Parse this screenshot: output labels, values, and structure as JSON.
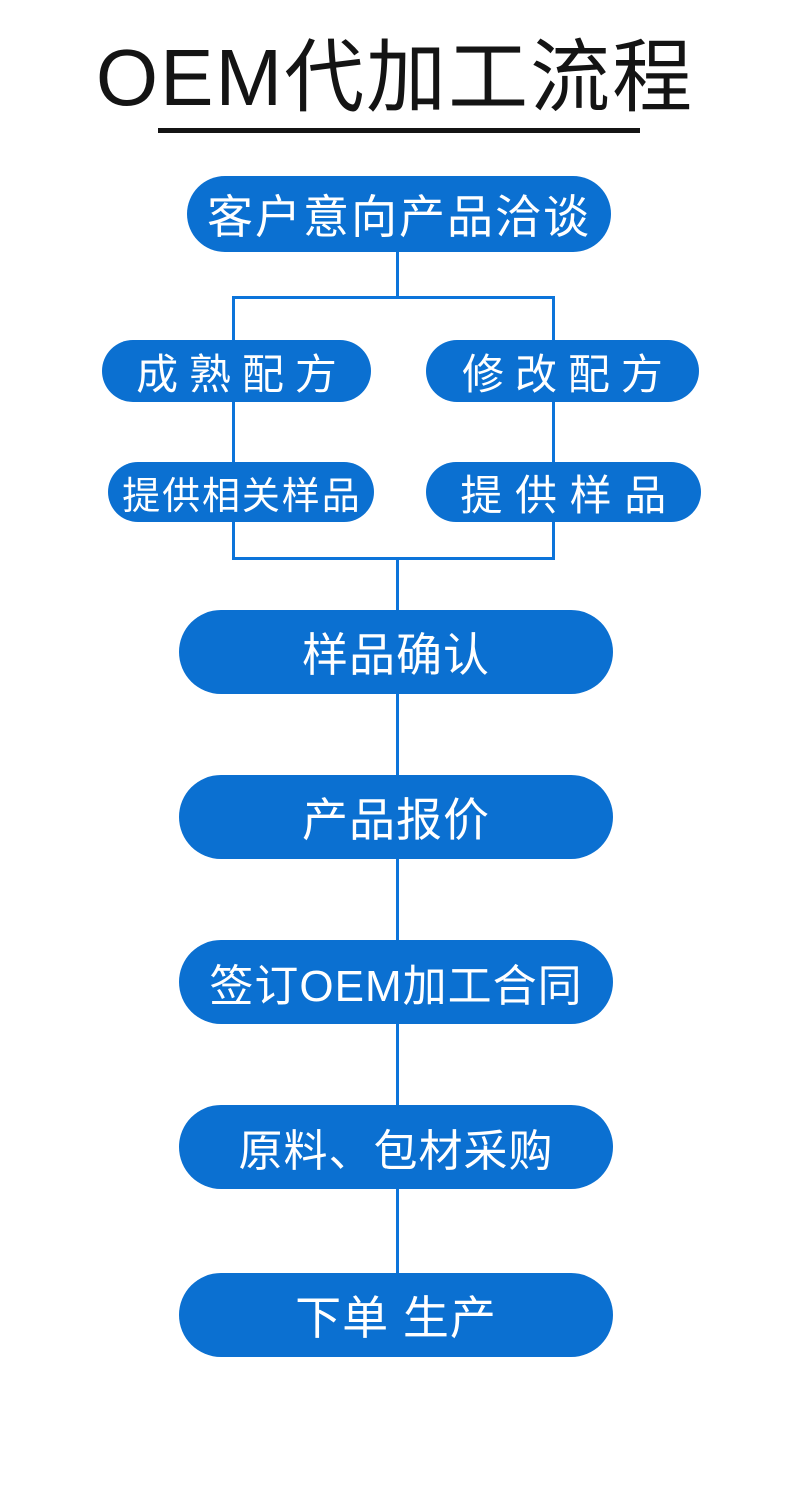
{
  "page": {
    "title": "OEM代加工流程"
  },
  "colors": {
    "box_blue": "#0b70d1",
    "line_blue": "#0c74da",
    "title_color": "#141414",
    "text_on_blue": "#ffffff",
    "background": "#ffffff"
  },
  "flow": {
    "start": {
      "label": "客户意向产品洽谈"
    },
    "branches": {
      "left": [
        {
          "label": "成熟配方"
        },
        {
          "label": "提供相关样品"
        }
      ],
      "right": [
        {
          "label": "修改配方"
        },
        {
          "label": "提供样品"
        }
      ]
    },
    "steps": [
      {
        "label": "样品确认"
      },
      {
        "label": "产品报价"
      },
      {
        "label": "签订OEM加工合同"
      },
      {
        "label": "原料、包材采购"
      },
      {
        "label": "下单 生产"
      }
    ]
  }
}
